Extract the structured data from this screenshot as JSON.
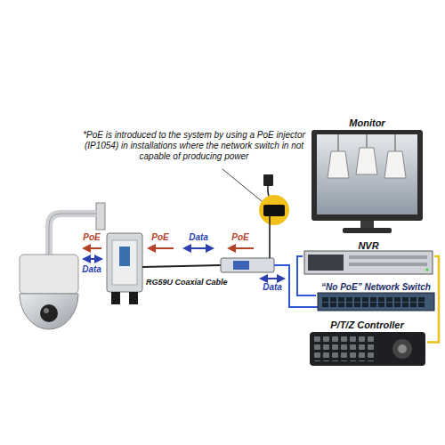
{
  "diagram": {
    "nodes": [
      {
        "text": [
          "Monitor"
        ]
      },
      {
        "text": [
          "NVR"
        ]
      },
      {
        "text": [
          "“No PoE” Network Switch"
        ]
      },
      {
        "text": [
          "P/T/Z Controller"
        ]
      }
    ],
    "edges": [
      {
        "from": 2,
        "to": 1,
        "arrow": "none"
      },
      {
        "from": 1,
        "to": 3,
        "arrow": "none"
      }
    ],
    "labels": [
      "*PoE is introduced to the system by using a PoE injector (IP1054) in installations where the network switch in not capable of producing power",
      "PoE",
      "Data",
      "PoE",
      "RG59U Coaxial Cable",
      "Data",
      "PoE",
      "Data"
    ]
  }
}
